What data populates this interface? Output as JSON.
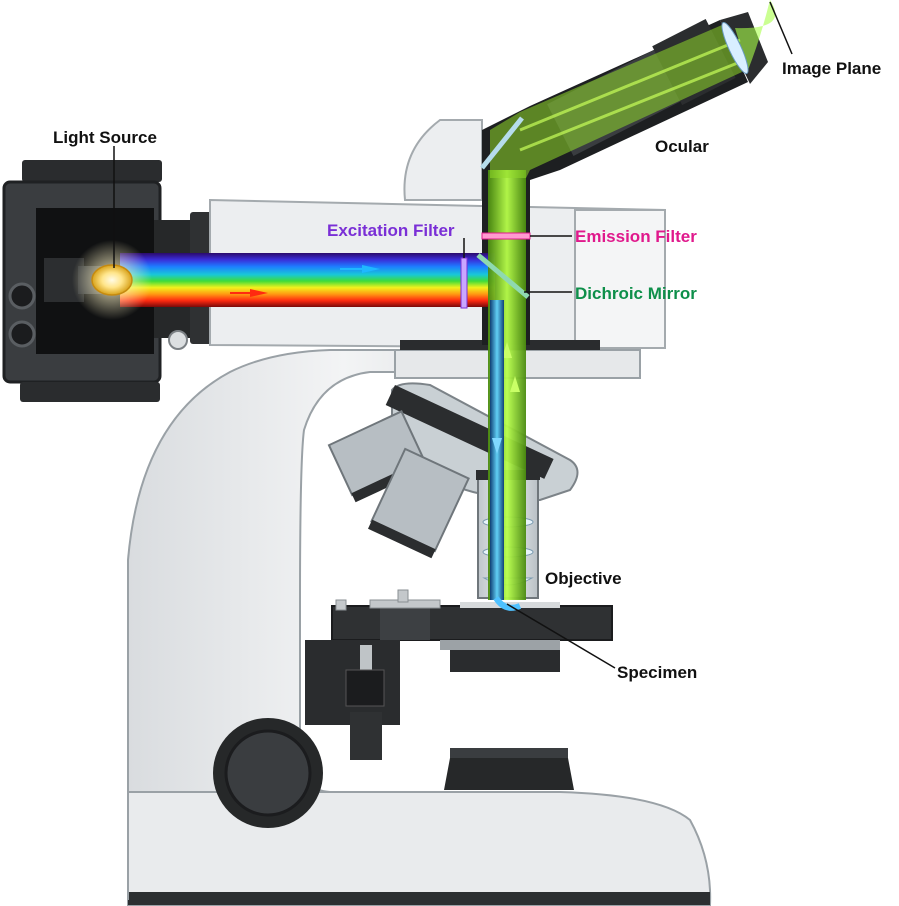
{
  "labels": {
    "light_source": "Light Source",
    "image_plane": "Image Plane",
    "ocular": "Ocular",
    "excitation_filter": "Excitation Filter",
    "emission_filter": "Emission Filter",
    "dichroic_mirror": "Dichroic Mirror",
    "objective": "Objective",
    "specimen": "Specimen"
  },
  "colors": {
    "excitation": "#7a2fd6",
    "emission": "#e0198c",
    "dichroic": "#0e8f4a",
    "default_label": "#111111",
    "green_light": "#9cff3a",
    "blue_light": "#29a8ff"
  }
}
